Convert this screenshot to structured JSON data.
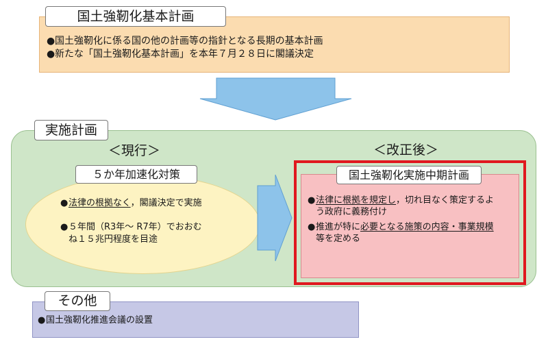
{
  "plan": {
    "title": "国土強靭化基本計画",
    "lines": [
      "国土強靭化に係る国の他の計画等の指針となる長期の基本計画",
      "新たな「国土強靭化基本計画」を本年７月２８日に閣議決定"
    ]
  },
  "implementation": {
    "title": "実施計画",
    "current_label": "＜現行＞",
    "revised_label": "＜改正後＞",
    "current": {
      "title": "５か年加速化対策",
      "bullet1_underlined": "法律の根拠なく",
      "bullet1_rest": "，閣議決定で実施",
      "bullet2_line1": "５年間（R3年～ R7年）でおおむ",
      "bullet2_line2": "ね１５兆円程度を目途"
    },
    "revised": {
      "title": "国土強靭化実施中期計画",
      "bullet1_underlined": "法律に根拠を規定し",
      "bullet1_rest": "，切れ目なく策定するよ",
      "bullet1_line2": "う政府に義務付け",
      "bullet2_lead": "推進が特に",
      "bullet2_underlined": "必要となる施策の内容・事業規模",
      "bullet2_line2": "等を定める"
    }
  },
  "other": {
    "title": "その他",
    "line": "国土強靭化推進会議の設置"
  },
  "bullet_glyph": "●",
  "colors": {
    "plan_bg": "#fbdcb0",
    "impl_bg": "#cfe6c8",
    "ellipse_bg": "#fdf3c2",
    "revised_bg": "#f8c0c2",
    "highlight_frame": "#e0181f",
    "arrow": "#8dc3ea",
    "other_bg": "#c6c8e6"
  }
}
